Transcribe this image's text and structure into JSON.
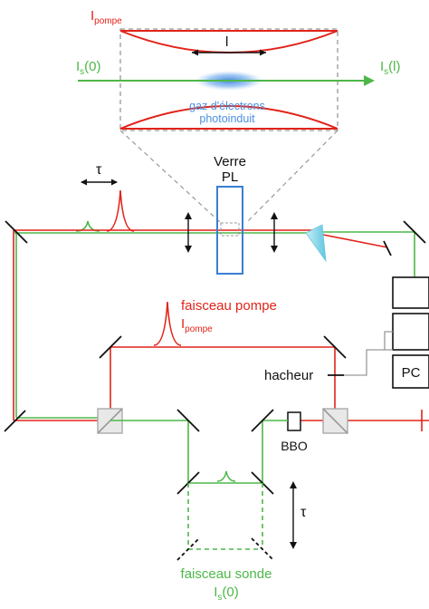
{
  "labels": {
    "ipompe_top": {
      "main": "I",
      "sub": "pompe"
    },
    "length": "l",
    "is0_left": {
      "main": "I",
      "sub": "s",
      "suffix": "(0)"
    },
    "isl_right": {
      "main": "I",
      "sub": "s",
      "suffix": "(l)"
    },
    "electron_gas_line1": "gaz d'électrons",
    "electron_gas_line2": "photoinduit",
    "verre": "Verre",
    "pl": "PL",
    "tau_top": "τ",
    "faisceau_pompe": "faisceau pompe",
    "ipompe_mid": {
      "main": "I",
      "sub": "pompe"
    },
    "hacheur": "hacheur",
    "pc": "PC",
    "bbo": "BBO",
    "tau_right": "τ",
    "faisceau_sonde": "faisceau sonde",
    "is0_bottom": {
      "main": "I",
      "sub": "s",
      "suffix": "(0)"
    }
  },
  "colors": {
    "pump": "#e2231a",
    "probe": "#4db848",
    "electron_gas": "#4a90e2",
    "dashed_gray": "#999999",
    "prism": "#7fd4e8"
  }
}
